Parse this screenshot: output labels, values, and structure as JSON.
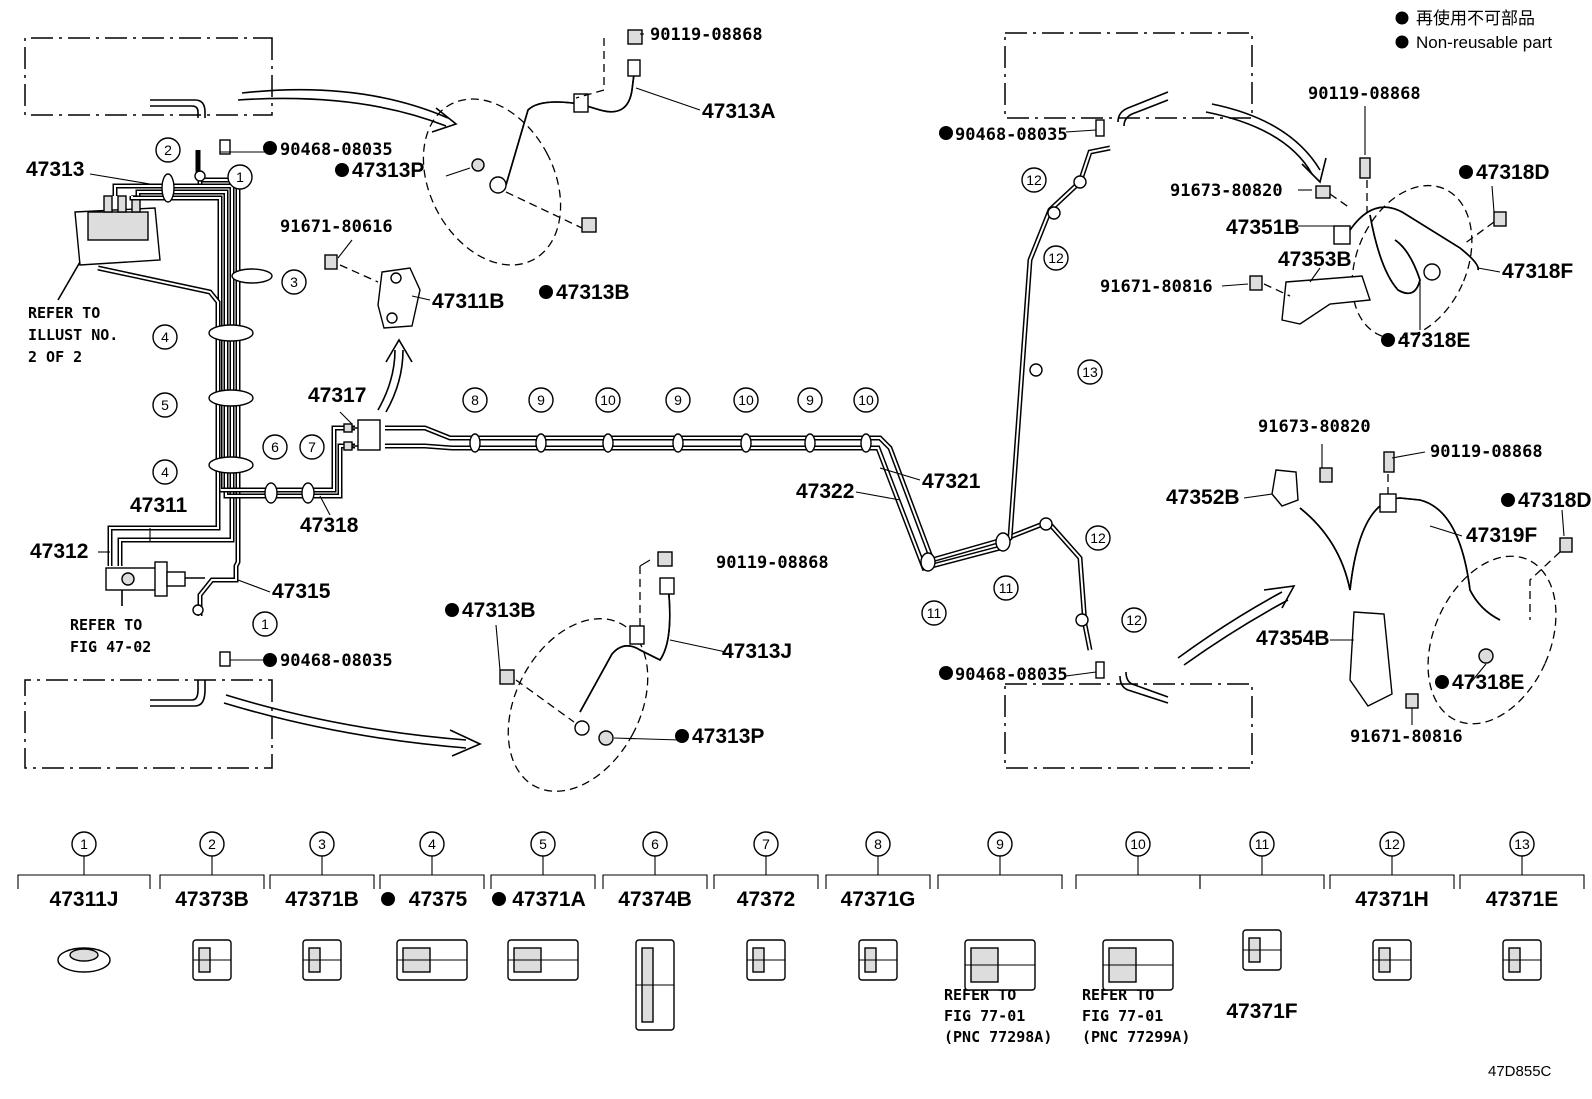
{
  "legend": {
    "jp": "再使用不可部品",
    "en": "Non-reusable part"
  },
  "figure_code": "47D855C",
  "callouts": {
    "c_47313": "47313",
    "c_90468_top": "90468-08035",
    "c_90119_top": "90119-08868",
    "c_47313A": "47313A",
    "c_47313P_top": "47313P",
    "c_47313B_top": "47313B",
    "c_91671_80616": "91671-80616",
    "c_47311B": "47311B",
    "c_47317": "47317",
    "c_47318": "47318",
    "c_47311": "47311",
    "c_47312": "47312",
    "c_47315": "47315",
    "c_90468_bottom": "90468-08035",
    "c_90119_mid": "90119-08868",
    "c_47313B_bottom": "47313B",
    "c_47313J": "47313J",
    "c_47313P_bottom": "47313P",
    "c_47321": "47321",
    "c_47322": "47322",
    "c_90468_right_top": "90468-08035",
    "c_90468_right_bottom": "90468-08035",
    "c_90119_right_top": "90119-08868",
    "c_91673_top": "91673-80820",
    "c_47351B": "47351B",
    "c_47353B": "47353B",
    "c_91671_80816_top": "91671-80816",
    "c_47318D_top": "47318D",
    "c_47318F": "47318F",
    "c_47318E_top": "47318E",
    "c_91673_bottom": "91673-80820",
    "c_90119_right_bottom": "90119-08868",
    "c_47352B": "47352B",
    "c_47318D_bottom": "47318D",
    "c_47319F": "47319F",
    "c_47354B": "47354B",
    "c_47318E_bottom": "47318E",
    "c_91671_80816_bottom": "91671-80816"
  },
  "notes": {
    "refer_illust_1": "REFER TO",
    "refer_illust_2": "ILLUST NO.",
    "refer_illust_3": "2 OF 2",
    "refer_fig_1": "REFER TO",
    "refer_fig_2": "FIG 47-02"
  },
  "circle_numbers": [
    "1",
    "2",
    "3",
    "4",
    "5",
    "6",
    "7",
    "8",
    "9",
    "10",
    "11",
    "12",
    "13"
  ],
  "parts_table": [
    {
      "num": "1",
      "part": "47311J",
      "non_reusable": false,
      "note": []
    },
    {
      "num": "2",
      "part": "47373B",
      "non_reusable": false,
      "note": []
    },
    {
      "num": "3",
      "part": "47371B",
      "non_reusable": false,
      "note": []
    },
    {
      "num": "4",
      "part": "47375",
      "non_reusable": true,
      "note": []
    },
    {
      "num": "5",
      "part": "47371A",
      "non_reusable": true,
      "note": []
    },
    {
      "num": "6",
      "part": "47374B",
      "non_reusable": false,
      "note": []
    },
    {
      "num": "7",
      "part": "47372",
      "non_reusable": false,
      "note": []
    },
    {
      "num": "8",
      "part": "47371G",
      "non_reusable": false,
      "note": []
    },
    {
      "num": "9",
      "part": "",
      "non_reusable": false,
      "note": [
        "REFER TO",
        "FIG 77-01",
        "(PNC 77298A)"
      ]
    },
    {
      "num": "10",
      "part": "",
      "non_reusable": false,
      "note": [
        "REFER TO",
        "FIG 77-01",
        "(PNC 77299A)"
      ]
    },
    {
      "num": "11",
      "part": "47371F",
      "non_reusable": false,
      "note": []
    },
    {
      "num": "12",
      "part": "47371H",
      "non_reusable": false,
      "note": []
    },
    {
      "num": "13",
      "part": "47371E",
      "non_reusable": false,
      "note": []
    }
  ]
}
